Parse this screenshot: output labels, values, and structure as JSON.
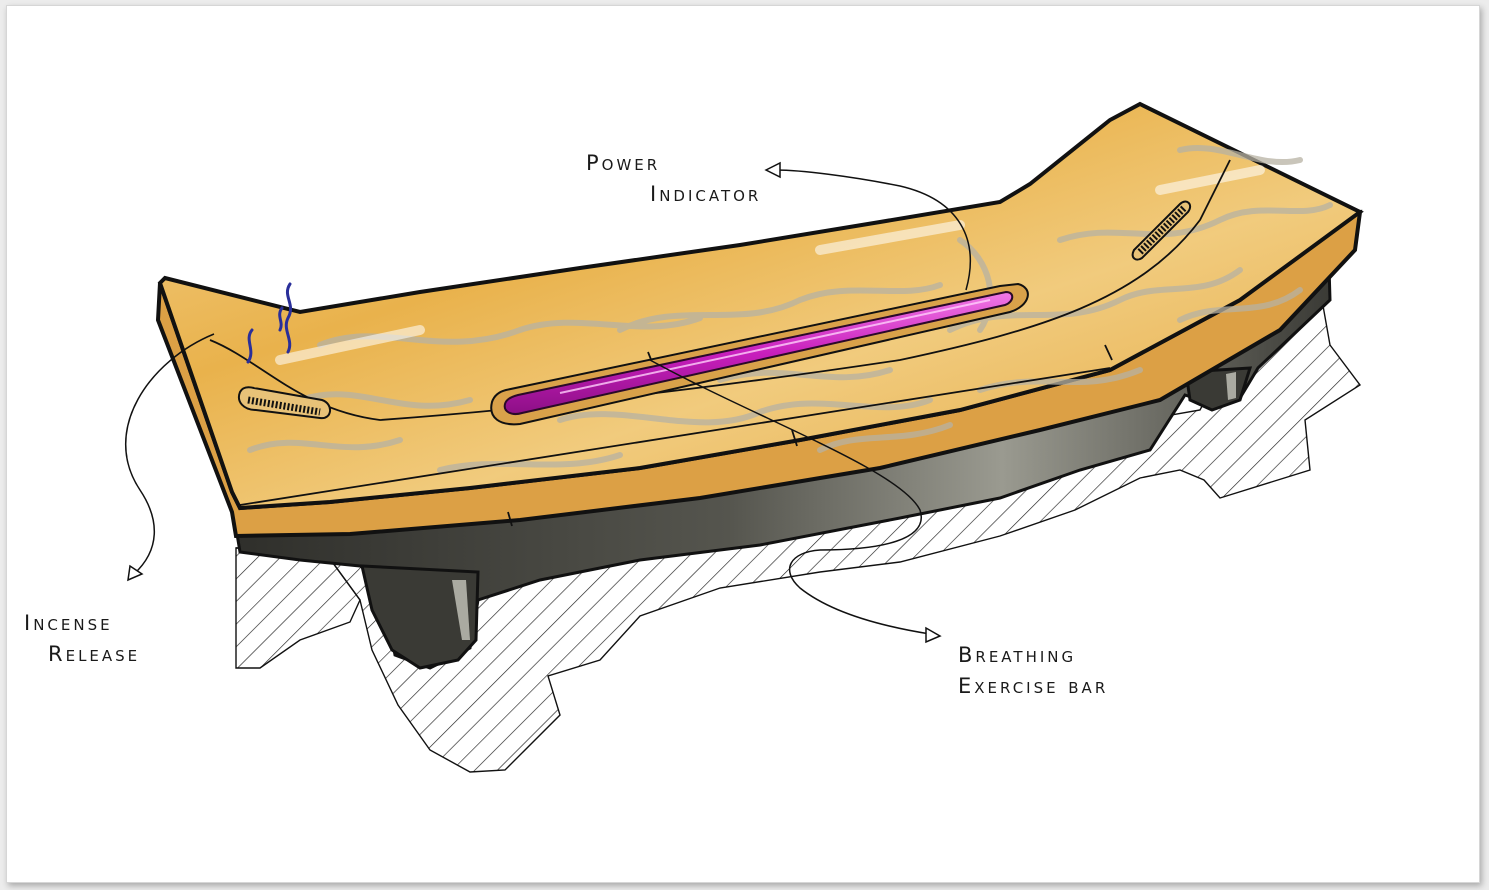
{
  "labels": {
    "power_indicator": [
      "Power",
      "Indicator"
    ],
    "incense_release": [
      "Incense",
      "Release"
    ],
    "breathing_exercise_bar": [
      "Breathing",
      "Exercise bar"
    ]
  },
  "colors": {
    "wood": "#e9b24c",
    "wood_light": "#f6dca0",
    "wood_grain": "#b7b2a3",
    "breathing_bar": "#c81fbd",
    "base": "#4f4f48",
    "smoke": "#2a2f9a",
    "ink": "#111111",
    "hatch": "#222222"
  }
}
